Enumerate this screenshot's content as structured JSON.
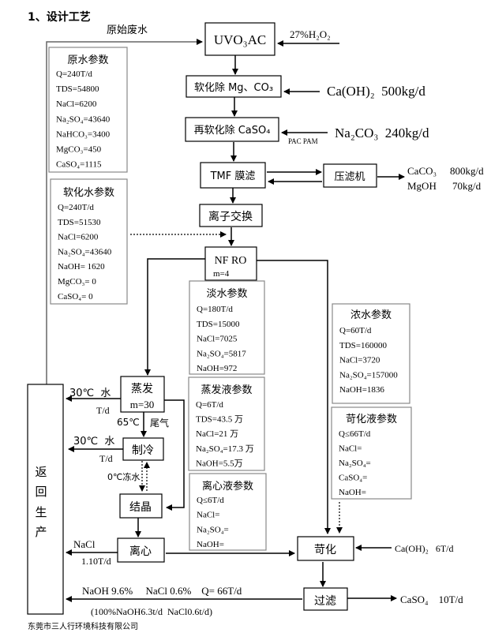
{
  "title": "1、设计工艺",
  "labels": {
    "raw_water": "原始废水",
    "h2o2": "27%H₂O₂",
    "caoh2_1": "Ca(OH)₂  500kg/d",
    "pac_pam": "PAC PAM",
    "na2co3": "Na₂CO₃  240kg/d",
    "caco3": "CaCO₃",
    "caco3_amt": "800kg/d",
    "mgoh": "MgOH",
    "mgoh_amt": "70kg/d",
    "evap_water": "30℃  水",
    "evap_water_unit": "T/d",
    "temp65": "65℃",
    "tail_gas": "尾气",
    "cool_water": "30℃  水",
    "cool_water_unit": "T/d",
    "chilled": "0℃冻水",
    "nacl": "NaCl",
    "nacl_amt": "1.10T/d",
    "caoh2_2": "Ca(OH)₂   6T/d",
    "caso4": "CaSO₄    10T/d",
    "return_line1": "NaOH 9.6%     NaCl 0.6%    Q= 66T/d",
    "return_line2": "(100%NaOH6.3t/d  NaCl0.6t/d)",
    "footer": "东莞市三人行环境科技有限公司"
  },
  "process": {
    "uvo3ac": "UVO₃AC",
    "soften1": "软化除 Mg、CO₃",
    "soften2": "再软化除 CaSO₄",
    "tmf": "TMF 膜滤",
    "filter_press": "压滤机",
    "ion_exchange": "离子交换",
    "nfro": "NF RO",
    "nfro_m": "m=4",
    "evaporate": "蒸发",
    "evaporate_m": "m=30",
    "cooling": "制冷",
    "crystallize": "结晶",
    "centrifuge": "离心",
    "causticize": "苛化",
    "filtration": "过滤",
    "return_chars": [
      "返",
      "回",
      "生",
      "产"
    ]
  },
  "params": {
    "raw": {
      "title": "原水参数",
      "lines": [
        "Q=240T/d",
        "TDS=54800",
        "NaCl=6200",
        "Na₂SO₄=43640",
        "NaHCO₃=3400",
        "MgCO₃=450",
        "CaSO₄=1115"
      ]
    },
    "softened": {
      "title": "软化水参数",
      "lines": [
        "Q=240T/d",
        "TDS=51530",
        "NaCl=6200",
        "Na₂SO₄=43640",
        "NaOH= 1620",
        "MgCO₃= 0",
        "CaSO₄= 0"
      ]
    },
    "fresh": {
      "title": "淡水参数",
      "lines": [
        "Q=180T/d",
        "TDS=15000",
        "NaCl=7025",
        "Na₂SO₄=5817",
        "NaOH=972"
      ]
    },
    "concentrate": {
      "title": "浓水参数",
      "lines": [
        "Q=60T/d",
        "TDS=160000",
        "NaCl=3720",
        "Na₂SO₄=157000",
        "NaOH=1836"
      ]
    },
    "evaporate_liquid": {
      "title": "蒸发液参数",
      "lines": [
        "Q=6T/d",
        "TDS=43.5 万",
        "NaCl=21 万",
        "Na₂SO₄=17.3 万",
        "NaOH=5.5万"
      ]
    },
    "centrifuge_liquid": {
      "title": "离心液参数",
      "lines": [
        "Q≤6T/d",
        "NaCl=",
        "Na₂SO₄=",
        "NaOH="
      ]
    },
    "causticize_liquid": {
      "title": "苛化液参数",
      "lines": [
        "Q≤66T/d",
        "NaCl=",
        "Na₂SO₄=",
        "CaSO₄=",
        "NaOH="
      ]
    }
  }
}
